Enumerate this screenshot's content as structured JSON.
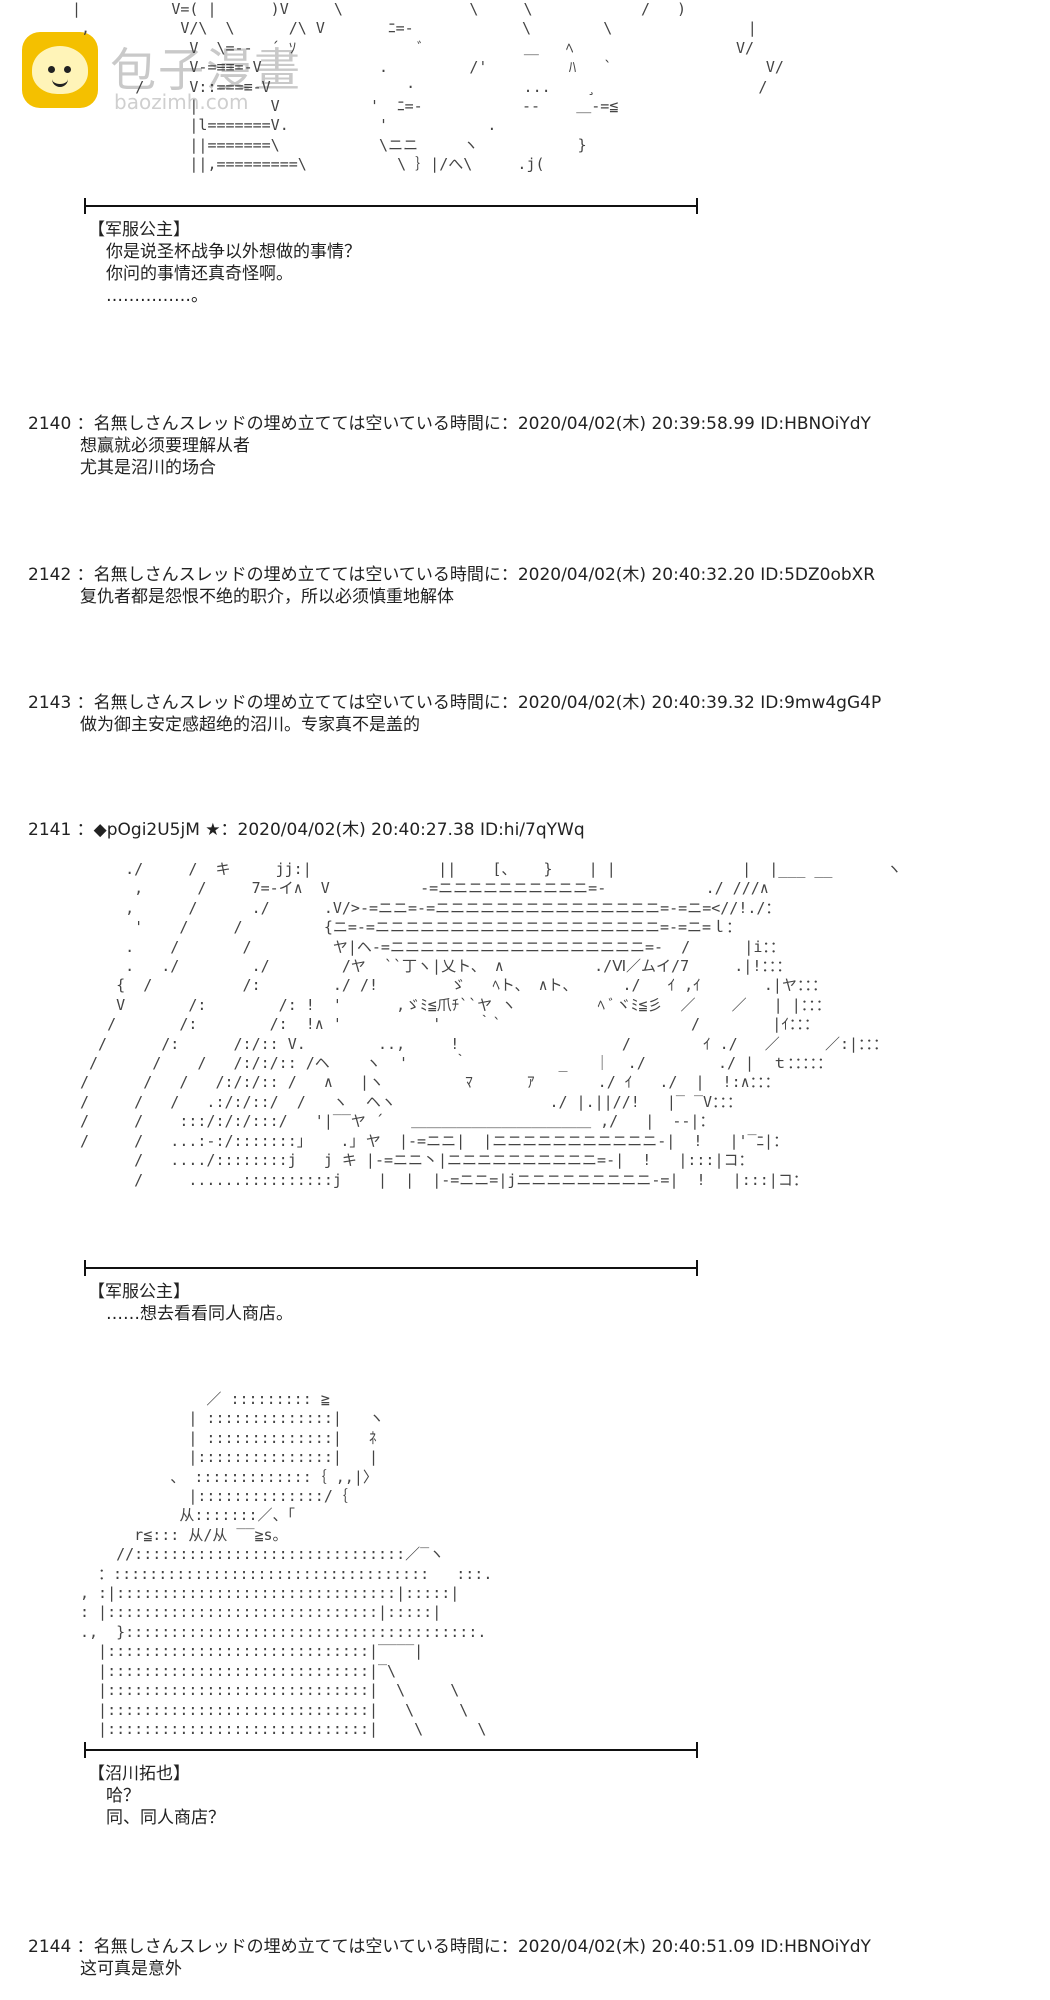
{
  "watermark": {
    "title": "包子漫畫",
    "subtitle": "baozimh.com"
  },
  "art": {
    "top": "|          V=( |      )V     \\              \\     \\            /   )\n ,          V/\\  \\      /\\ V       ﾆ=‐            \\        \\               |\n             V  \\=-‐  ´ ｿ              ﾞ           ＿   ﾍ                  V/\n             V-=≡≡=‐V             .         /'         ﾊ   `                 V/\n       /     V::===≡‐V               ·            ...    ¸                  /\n             |        V          '  ﾆ=-           --    ＿‐=≦\n             |l=======V.          '           .\n             ||=======\\           \\ニニ     ヽ           }\n             ||,=========\\          \\ ｝|/へ\\     .j(",
    "mid": "     ./     /  キ     jj:|              ||    [、   }    | |              |  |___ __      ヽ\n      ,      /     7=‐イ∧  V          ‐=ニニニニニニニニニニ=‐           ./ ///∧\n     ,      /      ./      .V/>‐=ニニ=‐=ニニニニニニニニニニニニニニニ=‐=ニ=<//!./：\n      '    /     /         {ニ=‐=ニニニニニニニニニニニニニニニニニニニ=‐=ニ=ｌ：\n     .    /       /         ヤ|ヘ‐=ニニニニニニニニニニニニニニニニニ=‐  /      |i：：\n     .   ./        ./        /ヤ  ``丁ヽ|乂ト、 ∧          ./Ⅵ／ムイ/7     .|!：：：\n    {  /          /:        ./ /!        ゞ   ﾍト、 ∧ト、     ./   ｲ ,ｲ       .|ヤ：：：\n    V       /:        /: !  '      ,ゞﾐ≦爪ﾁ``ヤ ヽ         ﾍ ﾞヾﾐ≦彡  ／    ／   | |：：：\n   /       /:        /:  !∧ '          '    ｀`                     /        |ｲ：：：\n  /      /:      /:/:: V.        ..,     !                  /        ｲ ./   ／     ／:|：：：\n /      /    /   /:/:/:: /ヘ    ヽ  '     ｀          _   ｜  ./        ./ |  ｔ：：：：：\n/      /   /   /:/:/:: /   ∧   |ヽ         ﾏ      ｱ       ./ ｲ   ./  |  !:∧：：：\n/     /   /   .:/:/::/  /   ヽ  ヘヽ                 ./ |.||//!   |‾ ‾V：：：\n/     /    :::/:/:/:::/   '|‾‾ヤ ´   ＿＿＿＿＿＿＿＿＿＿＿＿ ,/   |  -‐|：\n/     /   ...:‐:/:::::::｣    .｣ ヤ  |‐=ニニ|  |ニニニニニニニニニニニ‐|  !   |'‾ﾆ|：\n      /   ..../::::::::j   j キ |‐=ニニ丶|ニニニニニニニニニニ=‐|  !   |:::|コ：\n      /     ......::::::::::j    |  |  |‐=ニニ=|jニニニニニニニニニ‐=|  !   |:::|コ：",
    "bottom": "              ／ ::::::::: ≧\n            | ::::::::::::::|   ヽ\n            | ::::::::::::::|   ﾈ\n            |:::::::::::::::|   |\n          、 :::::::::::::｛ ,,|〉\n            |::::::::::::::/｛\n           从:::::::／、｢\n      r≦::: 从/从 ‾‾≧s。\n    //::::::::::::::::::::::::::::::／‾ヽ\n  ：:::::::::::::::::::::::::::::::::::   :::.\n, :|:::::::::::::::::::::::::::::::|:::::|\n: |::::::::::::::::::::::::::::::|:::::|\n.,  }:::::::::::::::::::::::::::::::::::::::.\n  |:::::::::::::::::::::::::::::|‾‾‾‾|\n  |:::::::::::::::::::::::::::::|‾\\\n  |:::::::::::::::::::::::::::::|  \\     \\\n  |:::::::::::::::::::::::::::::|   \\     \\\n  |:::::::::::::::::::::::::::::|    \\      \\"
  },
  "dialogue": [
    {
      "speaker": "【军服公主】",
      "lines": [
        "你是说圣杯战争以外想做的事情？",
        "你问的事情还真奇怪啊。",
        "……………。"
      ]
    },
    {
      "speaker": "【军服公主】",
      "lines": [
        "……想去看看同人商店。"
      ]
    },
    {
      "speaker": "【沼川拓也】",
      "lines": [
        "哈？",
        "同、同人商店？"
      ]
    }
  ],
  "posts": [
    {
      "header": "2140 ：名無しさんスレッドの埋め立てては空いている時間に：2020/04/02(木) 20:39:58.99 ID:HBNOiYdY",
      "lines": [
        "想赢就必须要理解从者",
        "尤其是沼川的场合"
      ]
    },
    {
      "header": "2142 ：名無しさんスレッドの埋め立てては空いている時間に：2020/04/02(木) 20:40:32.20 ID:5DZ0obXR",
      "lines": [
        "复仇者都是怨恨不绝的职介，所以必须慎重地解体"
      ]
    },
    {
      "header": "2143 ：名無しさんスレッドの埋め立てては空いている時間に：2020/04/02(木) 20:40:39.32 ID:9mw4gG4P",
      "lines": [
        "做为御主安定感超绝的沼川。专家真不是盖的"
      ]
    },
    {
      "header": "2141 ：◆pOgi2U5jM ★：2020/04/02(木) 20:40:27.38 ID:hi/7qYWq",
      "lines": []
    },
    {
      "header": "2144 ：名無しさんスレッドの埋め立てては空いている時間に：2020/04/02(木) 20:40:51.09 ID:HBNOiYdY",
      "lines": [
        "这可真是意外"
      ]
    }
  ]
}
